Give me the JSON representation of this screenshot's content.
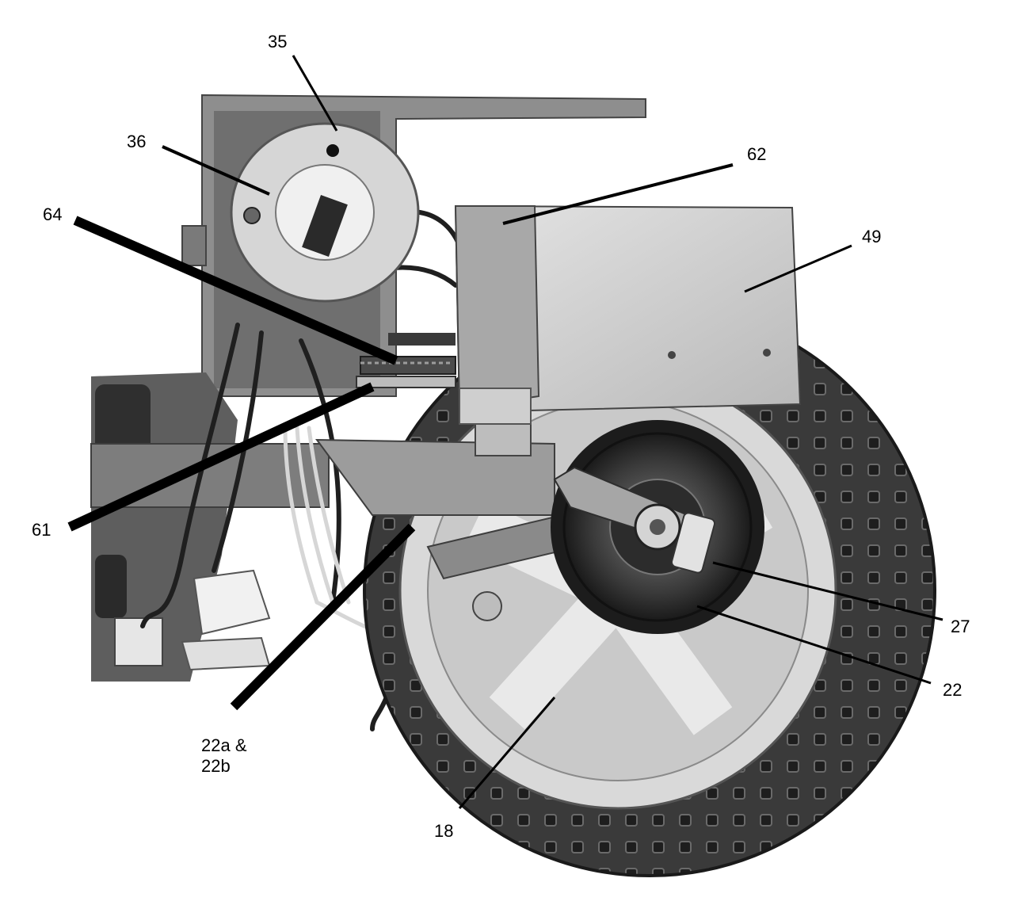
{
  "diagram": {
    "callouts": [
      {
        "id": "35",
        "label": "35"
      },
      {
        "id": "36",
        "label": "36"
      },
      {
        "id": "62",
        "label": "62"
      },
      {
        "id": "64",
        "label": "64"
      },
      {
        "id": "49",
        "label": "49"
      },
      {
        "id": "61",
        "label": "61"
      },
      {
        "id": "27",
        "label": "27"
      },
      {
        "id": "22",
        "label": "22"
      },
      {
        "id": "22ab",
        "label": "22a &\n22b"
      },
      {
        "id": "18",
        "label": "18"
      }
    ]
  },
  "colors": {
    "ink": "#000000",
    "tire": "#3a3a3a",
    "rim": "#d8d8d8",
    "metal_light": "#cfcfcf",
    "metal_mid": "#9a9a9a",
    "metal_dark": "#5a5a5a"
  }
}
